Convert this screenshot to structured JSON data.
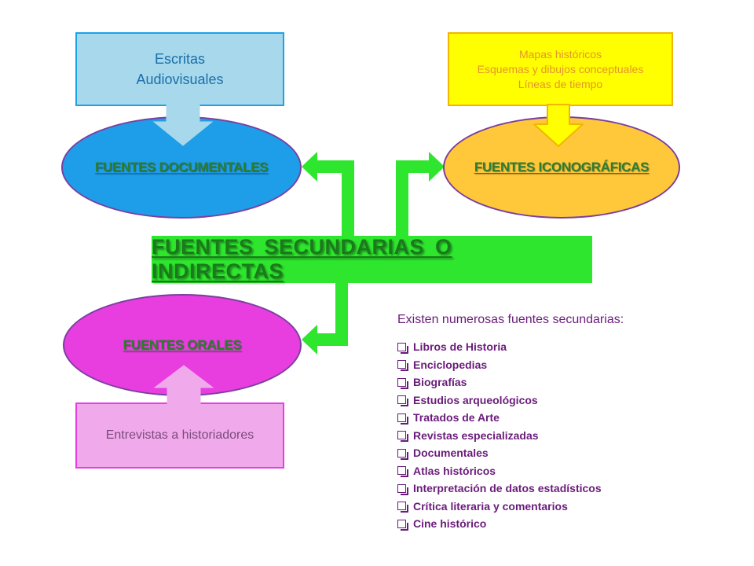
{
  "colors": {
    "center_bar": "#2ee62e",
    "center_title": "#1b7a1b",
    "node_label": "#2e7d32",
    "documentales_fill": "#1e9ee8",
    "iconograficas_fill": "#ffc83a",
    "orales_fill": "#e83ddf",
    "ellipse_border": "#7b3fa0",
    "escritas_box": "#a8d8ec",
    "mapas_box": "#ffff00",
    "entrevistas_box": "#f0aaec",
    "list_text": "#6a1b7a"
  },
  "center": {
    "title": "FUENTES SECUNDARIAS O INDIRECTAS"
  },
  "nodes": {
    "documentales": {
      "label": "FUENTES DOCUMENTALES"
    },
    "iconograficas": {
      "label": "FUENTES ICONOGRÁFICAS"
    },
    "orales": {
      "label": "FUENTES ORALES"
    }
  },
  "boxes": {
    "documentales": {
      "lines": [
        "Escritas",
        "Audiovisuales"
      ]
    },
    "iconograficas": {
      "lines": [
        "Mapas históricos",
        "Esquemas y dibujos conceptuales",
        "Líneas de tiempo"
      ]
    },
    "orales": {
      "lines": [
        "Entrevistas a historiadores"
      ]
    }
  },
  "list": {
    "intro": "Existen numerosas fuentes secundarias:",
    "items": [
      "Libros de Historia",
      "Enciclopedias",
      "Biografías",
      "Estudios arqueológicos",
      "Tratados de Arte",
      "Revistas especializadas",
      "Documentales",
      "Atlas históricos",
      "Interpretación de datos estadísticos",
      "Crítica literaria y comentarios",
      "Cine histórico"
    ]
  }
}
